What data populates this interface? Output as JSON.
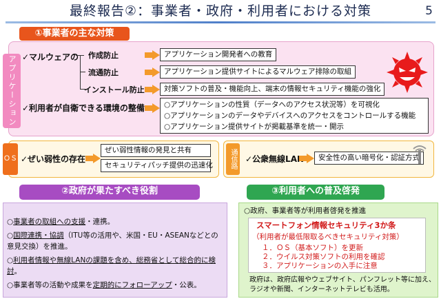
{
  "title": "最終報告②：事業者・政府・利用者における対策",
  "page_number": "5",
  "section1": {
    "heading": "①事業者の主な対策",
    "side_label": "アプリケーション",
    "malware_label": "✓マルウェアの",
    "rows": [
      {
        "stage": "作成防止",
        "measure": "アプリケーション開発者への教育"
      },
      {
        "stage": "流通防止",
        "measure": "アプリケーション提供サイトによるマルウェア排除の取組"
      },
      {
        "stage": "インストール防止",
        "measure": "対策ソフトの普及・機能向上、端末の情報セキュリティ機能の強化"
      }
    ],
    "env_label": "✓利用者が自衛できる環境の整備",
    "env_items": [
      "○アプリケーションの性質（データへのアクセス状況等）を可視化",
      "○アプリケーションのデータやデバイスへのアクセスをコントロールする機能",
      "○アプリケーション提供サイトが掲載基準を統一・開示"
    ],
    "os_tag": "ＯＳ",
    "vuln_label": "✓ぜい弱性の存在",
    "vuln_items": [
      "ぜい弱性情報の発見と共有",
      "セキュリティパッチ提供の迅速化"
    ],
    "net_tag": "通信路",
    "wifi_label": "✓公衆無線LAN",
    "wifi_item": "安全性の高い暗号化・認証方式"
  },
  "section2": {
    "heading": "②政府が果たすべき役割",
    "items": [
      {
        "pre": "○",
        "u": "事業者の取組への支援",
        "post": "・連携。"
      },
      {
        "pre": "○",
        "u": "国際連携・協調",
        "post": "（ITU等の活用や、米国・EU・ASEANなどとの意見交換）を推進。"
      },
      {
        "pre": "○",
        "u": "利用者情報や無線LANの課題を含め、総務省として総合的に検討",
        "post": "。"
      },
      {
        "pre": "○事業者等の活動や成果を",
        "u": "定期的にフォローアップ",
        "post": "・公表。"
      }
    ]
  },
  "section3": {
    "heading": "③利用者への普及啓発",
    "intro": "○政府、事業者等が利用者啓発を推進",
    "box_title": "スマートフォン情報セキュリティ3か条",
    "box_subtitle": "（利用者が最低限取るべきセキュリティ対策）",
    "rules": [
      "１．ＯＳ（基本ソフト）を更新",
      "２．ウイルス対策ソフトの利用を確認",
      "３．アプリケーションの入手に注意"
    ],
    "footer": "政府は、政府広報やウェブサイト、パンフレット等に加え、ラジオや新聞、インターネットテレビも活用。"
  },
  "colors": {
    "section1": "#e8551c",
    "section2": "#a74cc2",
    "section3": "#2fa651",
    "arrow": "#f39a2b",
    "rules_text": "#d11a1a"
  },
  "icons": [
    "virus-icon",
    "antenna-icon",
    "arrow-right-icon"
  ]
}
